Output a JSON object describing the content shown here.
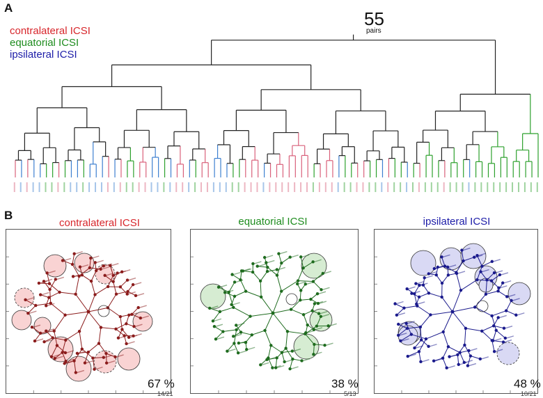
{
  "panels": {
    "a": "A",
    "b": "B"
  },
  "legend": [
    {
      "label": "contralateral ICSI",
      "color": "#d7262b"
    },
    {
      "label": "equatorial ICSI",
      "color": "#1e8c1e"
    },
    {
      "label": "ipsilateral ICSI",
      "color": "#1c1ca8"
    }
  ],
  "dendrogram": {
    "count": "55",
    "count_label": "pairs",
    "branch_colors": {
      "contralateral": "#d9607a",
      "equatorial": "#2ca02c",
      "ipsilateral": "#3c7fd0"
    },
    "leaf_groups": [
      "C",
      "I",
      "C",
      "I",
      "I",
      "E",
      "E",
      "C",
      "E",
      "I",
      "I",
      "E",
      "I",
      "I",
      "I",
      "C",
      "I",
      "C",
      "E",
      "E",
      "C",
      "C",
      "I",
      "I",
      "E",
      "I",
      "C",
      "C",
      "I",
      "E",
      "C",
      "C",
      "I",
      "I",
      "I",
      "E",
      "E",
      "C",
      "C",
      "C",
      "I",
      "C",
      "C",
      "C",
      "C",
      "C",
      "C",
      "C",
      "E",
      "C",
      "C",
      "C",
      "I",
      "E",
      "E",
      "C",
      "C",
      "E",
      "E",
      "I",
      "C",
      "E",
      "E",
      "I",
      "E",
      "C",
      "E",
      "E",
      "E",
      "C",
      "E",
      "E",
      "E",
      "I",
      "E",
      "E",
      "E",
      "E",
      "E",
      "E",
      "E",
      "E",
      "E",
      "E",
      "E"
    ]
  },
  "trees": [
    {
      "title": "contralateral ICSI",
      "percent": "67 %",
      "fraction": "14/21",
      "color": "#8b1c1c",
      "title_color": "#d7262b",
      "fill": "#f9d3d3"
    },
    {
      "title": "equatorial ICSI",
      "percent": "38 %",
      "fraction": "5/13",
      "color": "#1e6b1e",
      "title_color": "#1e8c1e",
      "fill": "#d6ecd2"
    },
    {
      "title": "ipsilateral ICSI",
      "percent": "48 %",
      "fraction": "10/21",
      "color": "#1a1a8c",
      "title_color": "#1c1ca8",
      "fill": "#d9d9f4"
    }
  ]
}
